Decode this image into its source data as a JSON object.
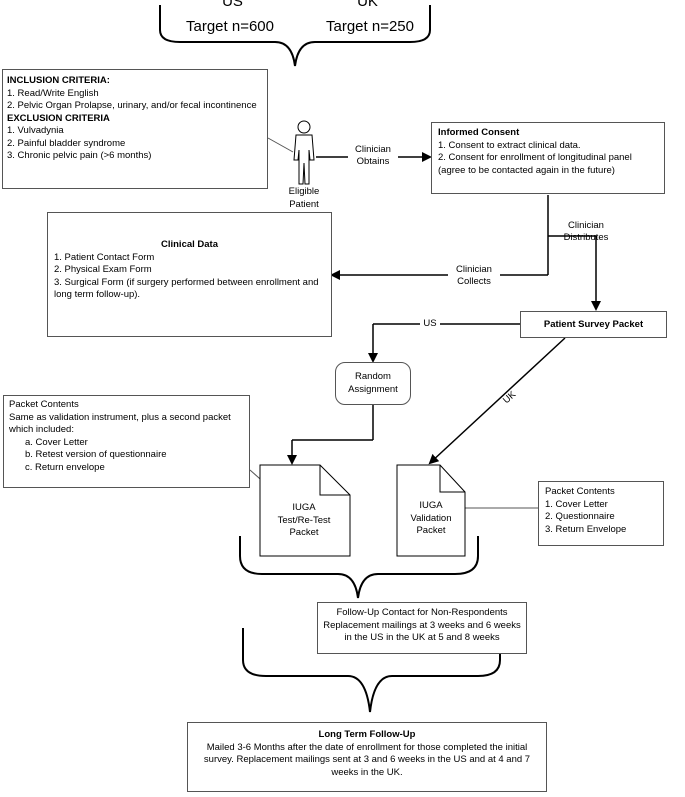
{
  "top": {
    "us_title": "US",
    "us_target": "Target n=600",
    "uk_title": "UK",
    "uk_target": "Target n=250"
  },
  "criteria": {
    "inclusion_title": "INCLUSION CRITERIA:",
    "inclusion_items": [
      "1. Read/Write English",
      "2. Pelvic Organ Prolapse, urinary, and/or fecal incontinence"
    ],
    "exclusion_title": "EXCLUSION CRITERIA",
    "exclusion_items": [
      "1. Vulvadynia",
      "2. Painful bladder syndrome",
      "3. Chronic pelvic pain (>6 months)"
    ]
  },
  "patient": {
    "label_line1": "Eligible",
    "label_line2": "Patient"
  },
  "edge_labels": {
    "obtains_1": "Clinician",
    "obtains_2": "Obtains",
    "distributes_1": "Clinician",
    "distributes_2": "Distributes",
    "collects_1": "Clinician",
    "collects_2": "Collects",
    "us": "US",
    "uk": "UK"
  },
  "consent": {
    "title": "Informed Consent",
    "items": [
      "1. Consent to extract clinical data.",
      "2. Consent for enrollment of longitudinal panel (agree to be contacted again in the future)"
    ]
  },
  "clinical": {
    "title": "Clinical Data",
    "items": [
      "1. Patient Contact Form",
      "2. Physical Exam Form",
      "3. Surgical Form (if surgery performed between enrollment and long term follow-up)."
    ]
  },
  "survey_packet": {
    "title": "Patient Survey Packet"
  },
  "random": {
    "line1": "Random",
    "line2": "Assignment"
  },
  "packet_left": {
    "title": "Packet Contents",
    "intro": "Same as validation instrument, plus a second packet which included:",
    "items": [
      "a. Cover Letter",
      "b. Retest version of questionnaire",
      "c. Return envelope"
    ]
  },
  "doc_retest": {
    "line1": "IUGA",
    "line2": "Test/Re-Test",
    "line3": "Packet"
  },
  "doc_validation": {
    "line1": "IUGA",
    "line2": "Validation",
    "line3": "Packet"
  },
  "packet_right": {
    "title": "Packet Contents",
    "items": [
      "1. Cover Letter",
      "2. Questionnaire",
      "3. Return Envelope"
    ]
  },
  "followup": {
    "line1": "Follow-Up Contact for Non-Respondents",
    "line2": "Replacement mailings at 3 weeks and 6 weeks in the US in the UK at 5 and 8 weeks"
  },
  "longterm": {
    "title": "Long Term Follow-Up",
    "text": "Mailed 3-6 Months after the date of enrollment for those completed the initial survey. Replacement mailings sent at 3 and 6 weeks in the US and at 4 and 7 weeks in the UK."
  }
}
